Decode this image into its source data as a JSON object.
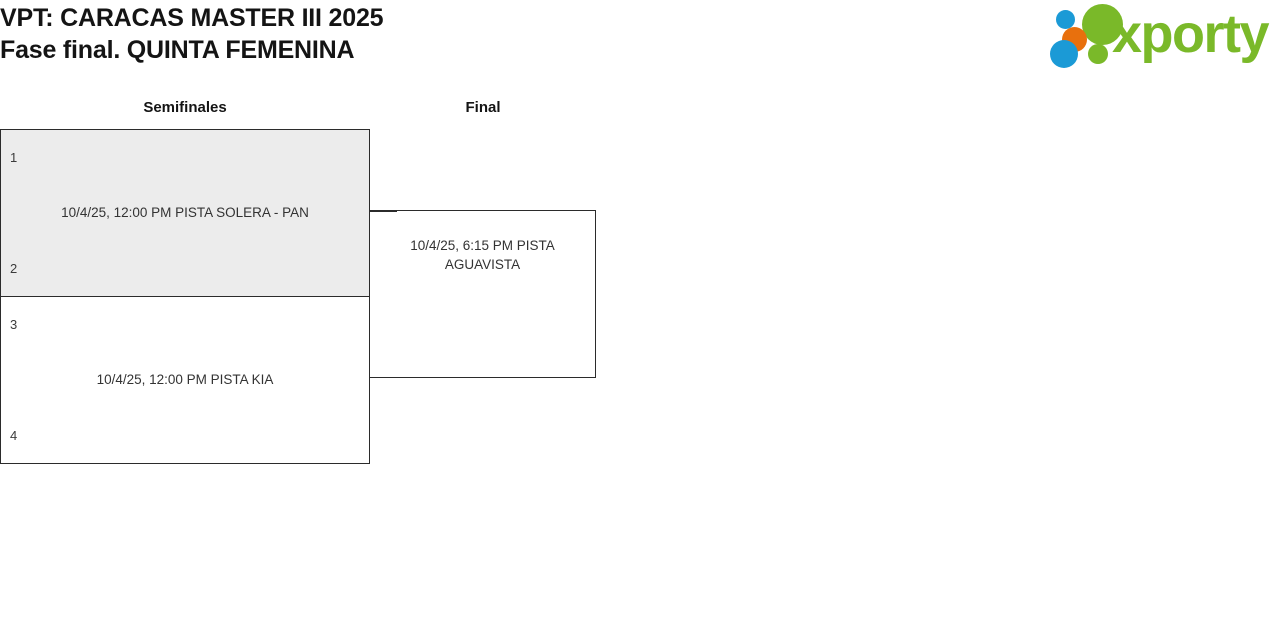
{
  "header": {
    "title_line1": "VPT: CARACAS MASTER III 2025",
    "title_line2": "Fase final. QUINTA FEMENINA"
  },
  "logo": {
    "wordmark": "xporty",
    "colors": {
      "green": "#7ab929",
      "blue": "#1b9ad6",
      "orange": "#e8700d"
    }
  },
  "bracket": {
    "rounds": [
      {
        "label": "Semifinales"
      },
      {
        "label": "Final"
      }
    ],
    "matches": [
      {
        "round": "Semifinales",
        "seed_top": "1",
        "seed_bottom": "2",
        "label": "10/4/25, 12:00 PM PISTA SOLERA - PAN",
        "highlighted": true
      },
      {
        "round": "Semifinales",
        "seed_top": "3",
        "seed_bottom": "4",
        "label": "10/4/25, 12:00 PM PISTA KIA",
        "highlighted": false
      },
      {
        "round": "Final",
        "seed_top": "",
        "seed_bottom": "",
        "label": "10/4/25, 6:15 PM PISTA AGUAVISTA",
        "highlighted": false
      }
    ]
  }
}
